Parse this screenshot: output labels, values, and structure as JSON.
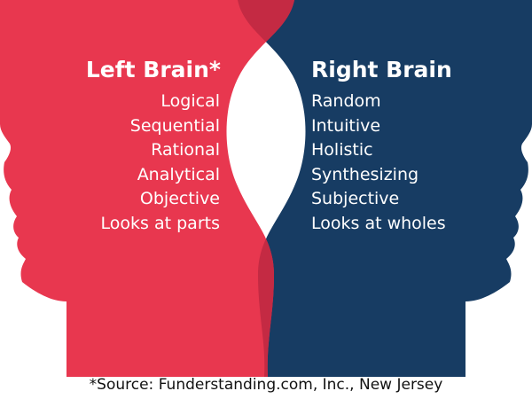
{
  "colors": {
    "left_head": "#e8374f",
    "right_head": "#173c63",
    "overlap": "#c42a43",
    "text": "#ffffff",
    "footer_text": "#111111"
  },
  "left": {
    "heading": "Left Brain*",
    "traits": [
      "Logical",
      "Sequential",
      "Rational",
      "Analytical",
      "Objective",
      "Looks at parts"
    ]
  },
  "right": {
    "heading": "Right Brain",
    "traits": [
      "Random",
      "Intuitive",
      "Holistic",
      "Synthesizing",
      "Subjective",
      "Looks at wholes"
    ]
  },
  "footer": {
    "source": "*Source: Funderstanding.com, Inc., New Jersey"
  }
}
